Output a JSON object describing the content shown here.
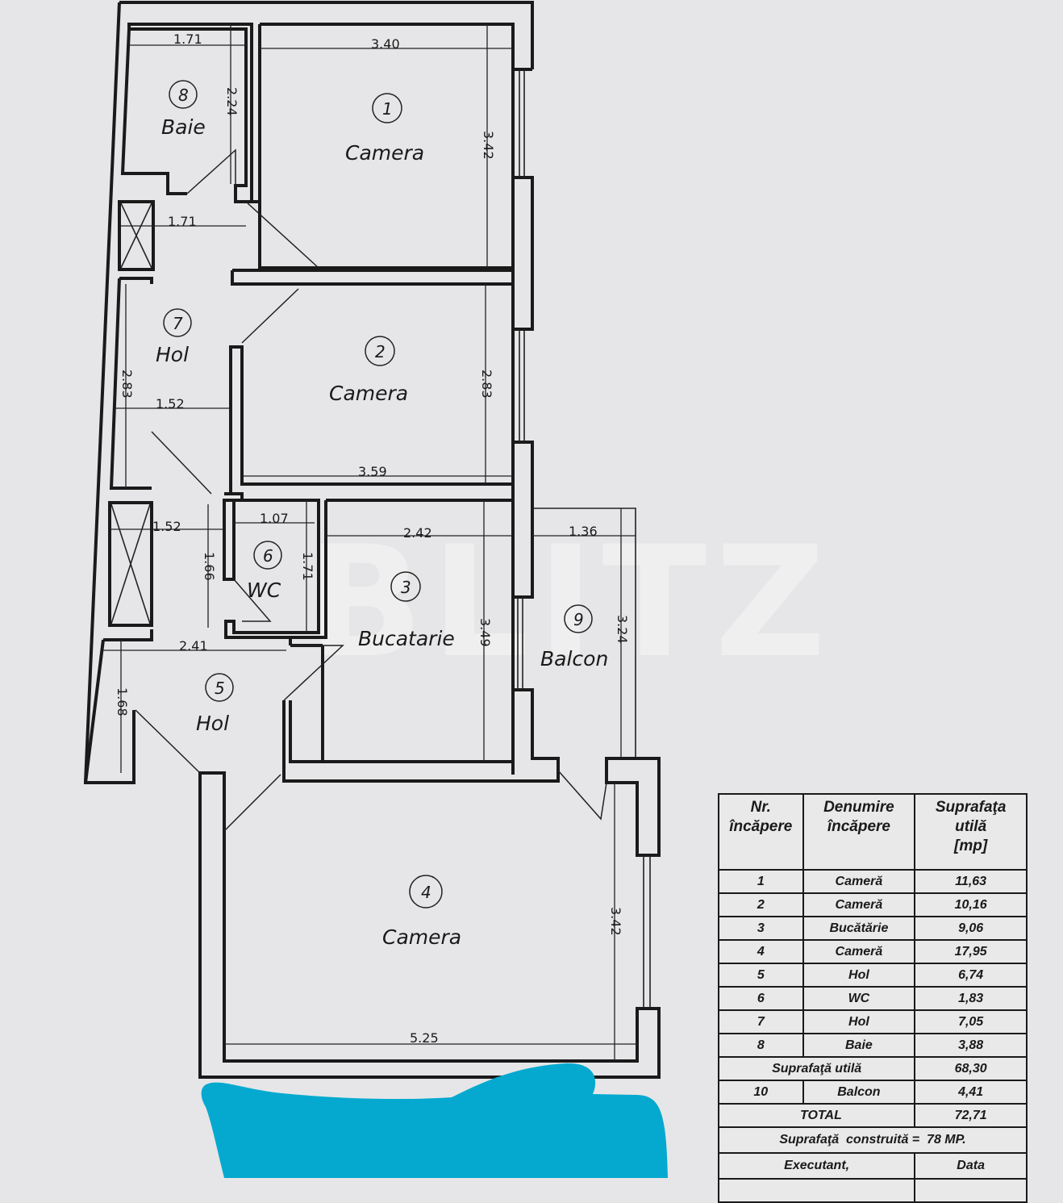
{
  "plan": {
    "watermark": "BLITZ",
    "rooms": [
      {
        "number": "1",
        "name": "Camera"
      },
      {
        "number": "2",
        "name": "Camera"
      },
      {
        "number": "3",
        "name": "Bucatarie"
      },
      {
        "number": "4",
        "name": "Camera"
      },
      {
        "number": "5",
        "name": "Hol"
      },
      {
        "number": "6",
        "name": "WC"
      },
      {
        "number": "7",
        "name": "Hol"
      },
      {
        "number": "8",
        "name": "Baie"
      },
      {
        "number": "9",
        "name": "Balcon"
      }
    ],
    "dimensions": {
      "baie_width": "1.71",
      "baie_height": "2.24",
      "hall_top_width": "1.71",
      "room1_width": "3.40",
      "room1_height": "3.42",
      "hol7_height": "2.83",
      "hol7_width": "1.52",
      "room2_height": "2.83",
      "room2_width": "3.59",
      "hall_mid_width": "1.52",
      "wc_width": "1.07",
      "wc_left_height": "1.66",
      "wc_height": "1.71",
      "kitchen_width": "2.42",
      "kitchen_height": "3.49",
      "balcony_width": "1.36",
      "balcony_height": "3.24",
      "hol5_width": "2.41",
      "hol5_height": "1.68",
      "room4_height": "3.42",
      "room4_width": "5.25"
    }
  },
  "table": {
    "headers": {
      "nr": [
        "Nr.",
        "încăpere"
      ],
      "name": [
        "Denumire",
        "încăpere"
      ],
      "area": [
        "Suprafaţa",
        "utilă",
        "[mp]"
      ]
    },
    "rows": [
      {
        "nr": "1",
        "name": "Cameră",
        "area": "11,63"
      },
      {
        "nr": "2",
        "name": "Cameră",
        "area": "10,16"
      },
      {
        "nr": "3",
        "name": "Bucătărie",
        "area": "9,06"
      },
      {
        "nr": "4",
        "name": "Cameră",
        "area": "17,95"
      },
      {
        "nr": "5",
        "name": "Hol",
        "area": "6,74"
      },
      {
        "nr": "6",
        "name": "WC",
        "area": "1,83"
      },
      {
        "nr": "7",
        "name": "Hol",
        "area": "7,05"
      },
      {
        "nr": "8",
        "name": "Baie",
        "area": "3,88"
      }
    ],
    "useful_area_label": "Suprafaţă utilă",
    "useful_area_value": "68,30",
    "balcony_row": {
      "nr": "10",
      "name": "Balcon",
      "area": "4,41"
    },
    "total_label": "TOTAL",
    "total_value": "72,71",
    "built_area": "Suprafaţă  construită =  78 MP.",
    "executant_label": "Executant,",
    "date_label": "Data"
  },
  "colors": {
    "paper": "#e6e6e8",
    "ink": "#1a1a1a",
    "redaction": "#05a9cf"
  }
}
